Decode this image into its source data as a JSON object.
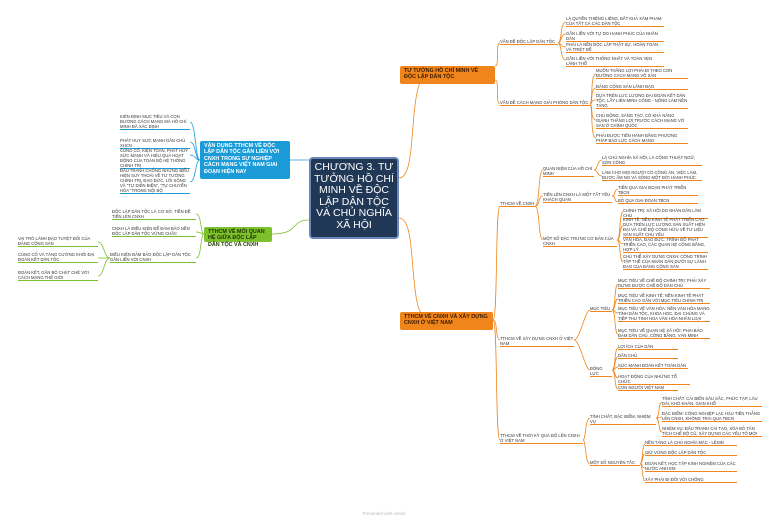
{
  "center": {
    "title": "CHƯƠNG 3. TƯ TƯỞNG HỒ CHÍ MINH VỀ ĐỘC LẬP DÂN TỘC VÀ CHỦ NGHĨA XÃ HỘI"
  },
  "branches": {
    "b1": {
      "title": "TƯ TƯỞNG HỒ CHÍ MINH VỀ ĐỘC LẬP DÂN TỘC",
      "s1": {
        "label": "VẤN ĐỀ ĐỘC LẬP DÂN TỘC",
        "items": [
          "LÀ QUYỀN THIÊNG LIÊNG, BẤT KHẢ XÂM PHẠM CỦA TẤT CẢ CÁC DÂN TỘC",
          "GẮN LIỀN VỚI TỰ DO HẠNH PHÚC CỦA NHÂN DÂN",
          "PHẢI LÀ NỀN ĐỘC LẬP THẬT SỰ, HOÀN TOÀN VÀ TRIỆT ĐỂ",
          "GẮN LIỀN VỚI THỐNG NHẤT VÀ TOÀN VẸN LÃNH THỔ"
        ]
      },
      "s2": {
        "label": "VẤN ĐỀ CÁCH MẠNG GIẢI PHÓNG DÂN TỘC",
        "items": [
          "MUỐN THẮNG LỢI PHẢI ĐI THEO CON ĐƯỜNG CÁCH MẠNG VÔ SẢN",
          "ĐẢNG CỘNG SẢN LÃNH ĐẠO",
          "DỰA TRÊN LỰC LƯỢNG ĐẠI ĐOÀN KẾT DÂN TỘC, LẤY LIÊN MINH CÔNG - NÔNG LÀM NỀN TẢNG",
          "CHỦ ĐỘNG, SÁNG TẠO, CÓ KHẢ NĂNG GIÀNH THẮNG LỢI TRƯỚC CÁCH MẠNG VÔ SẢN Ở CHÍNH QUỐC",
          "PHẢI ĐƯỢC TIẾN HÀNH BẰNG PHƯƠNG PHÁP BẠO LỰC CÁCH MẠNG"
        ]
      }
    },
    "b2": {
      "title": "TTHCM VỀ CNXH VÀ XÂY DỰNG CNXH Ở VIỆT NAM",
      "s1": {
        "label": "TTHCM VỀ CNXH",
        "g1": {
          "label": "QUAN NIỆM CỦA HỒ CHÍ MINH",
          "items": [
            "LÀ CHỦ NGHĨA XÃ HỘI, LÀ CỘNG THUẬT NGỮ, SỞN CÔNG",
            "LÀM CHO MỌI NGƯỜI CÓ CÔNG ĂN, VIỆC LÀM, ĐƯỢC ẤM NO VÀ SỐNG MỘT ĐỜI HẠNH PHÚC"
          ]
        },
        "g2": {
          "label": "TIẾN LÊN CNXH LÀ MỘT TẤT YẾU KHÁCH QUAN",
          "items": [
            "TIẾN QUA GIAI ĐOẠN PHÁT TRIỂN TBCN",
            "BỎ QUA GIAI ĐOẠN TBCN"
          ]
        },
        "g3": {
          "label": "MỘT SỐ ĐẶC TRƯNG CƠ BẢN CỦA CNXH",
          "items": [
            "CHÍNH TRỊ: XÃ HỘI DO NHÂN DÂN LÀM CHỦ",
            "KINH TẾ: NỀN KINH TẾ PHÁT TRIỂN CAO DỰA TRÊN LỰC LƯỢNG SẢN XUẤT HIỆN ĐẠI VÀ CHẾ ĐỘ CÔNG HỮU VỀ TƯ LIỆU SẢN XUẤT CHỦ YẾU",
            "VĂN HÓA, ĐẠO ĐỨC: TRÌNH ĐỘ PHÁT TRIỂN CAO, CÁC QUAN HỆ CÔNG BẰNG, HỢP LÝ",
            "CHỦ THỂ XÂY DỰNG CNXH: CÔNG TRÌNH TẬP THỂ CỦA NHÂN DÂN DƯỚI SỰ LÃNH ĐẠO CỦA ĐẢNG CỘNG SẢN"
          ]
        }
      },
      "s2": {
        "label": "TTHCM VỀ XÂY DỰNG CNXH Ở VIỆT NAM",
        "g1": {
          "label": "MỤC TIÊU",
          "items": [
            "MỤC TIÊU VỀ CHẾ ĐỘ CHÍNH TRỊ: PHẢI XÂY DỰNG ĐƯỢC CHẾ ĐỘ DÂN CHỦ",
            "MỤC TIÊU VỀ KINH TẾ: NỀN KINH TẾ PHÁT TRIỂN CAO GẮN VỚI MỤC TIÊU CHÍNH TRỊ",
            "MỤC TIÊU VỀ VĂN HÓA: NỀN VĂN HÓA MANG TÍNH DÂN TỘC, KHOA HỌC, ĐẠI CHÚNG VÀ TIẾP THU TINH HOA VĂN HÓA NHÂN LOẠI",
            "MỤC TIÊU VỀ QUAN HỆ XÃ HỘI: PHẢI BẢO ĐẢM DÂN CHỦ, CÔNG BẰNG, VĂN MINH"
          ]
        },
        "g2": {
          "label": "ĐỘNG LỰC",
          "items": [
            "LỢI ÍCH CỦA DÂN",
            "DÂN CHỦ",
            "SỨC MẠNH ĐOÀN KẾT TOÀN DÂN",
            "HOẠT ĐỘNG CỦA NHỮNG TỔ CHỨC",
            "CON NGƯỜI VIỆT NAM"
          ]
        }
      },
      "s3": {
        "label": "TTHCM VỀ THỜI KỲ QUÁ ĐỘ LÊN CNXH Ở VIỆT NAM",
        "g1": {
          "label": "TÍNH CHẤT, ĐẶC ĐIỂM, NHIỆM VỤ",
          "items": [
            "TÍNH CHẤT: CẢI BIẾN SÂU SẮC, PHỨC TẠP, LÂU DÀI, KHÓ KHĂN, GIAN KHỔ",
            "ĐẶC ĐIỂM: CÔNG NGHIỆP LẠC HẬU TIẾN THẲNG LÊN CNXH, KHÔNG TRẢI QUA TBCN",
            "NHIỆM VỤ: ĐẤU TRANH CẢI TẠO, XÓA BỎ TÀN TÍCH CHẾ ĐỘ CŨ, XÂY DỰNG CÁC YẾU TỐ MỚI"
          ]
        },
        "g2": {
          "label": "MỘT SỐ NGUYÊN TẮC",
          "items": [
            "NỀN TẢNG LÀ CHỦ NGHĨA MÁC - LÊNIN",
            "GIỮ VỮNG ĐỘC LẬP DÂN TỘC",
            "ĐOÀN KẾT, HỌC TẬP KINH NGHIỆM CỦA CÁC NƯỚC ANH EM",
            "XÂY PHẢI ĐI ĐÔI VỚI CHỐNG"
          ]
        }
      }
    },
    "b3": {
      "title": "VẬN DỤNG TTHCM VỀ ĐỘC LẬP DÂN TỘC GẮN LIỀN VỚI CNXH TRONG SỰ NGHIỆP CÁCH MẠNG VIỆT NAM GIAI ĐOẠN HIỆN NAY",
      "items": [
        "KIÊN ĐỊNH MỤC TIÊU VÀ CON ĐƯỜNG CÁCH MẠNG MÀ HỒ CHÍ MINH ĐÃ XÁC ĐỊNH",
        "PHÁT HUY SỨC MẠNH DÂN CHỦ XHCN",
        "CỦNG CỐ, KIỆN TOÀN, PHÁT HUY SỨC MẠNH VÀ HIỆU QUẢ HOẠT ĐỘNG CỦA TOÀN BỘ HỆ THỐNG CHÍNH TRỊ",
        "ĐẤU TRANH CHỐNG NHỮNG BIỂU HIỆN SUY THOÁI VỀ TƯ TƯỞNG CHÍNH TRỊ, ĐẠO ĐỨC, LỐI SỐNG VÀ \"TỰ DIỄN BIẾN\", \"TỰ CHUYỂN HÓA\" TRONG NỘI BỘ"
      ]
    },
    "b4": {
      "title": "TTHCM VỀ MỐI QUAN HỆ GIỮA ĐỘC LẬP DÂN TỘC VÀ CNXH",
      "items": [
        "ĐỘC LẬP DÂN TỘC LÀ CƠ SỞ, TIỀN ĐỀ TIẾN LÊN CNXH",
        "CNXH LÀ ĐIỀU KIỆN ĐỂ ĐẢM BẢO NỀN ĐỘC LẬP DÂN TỘC VỮNG CHẮC",
        "ĐIỀU KIỆN ĐẢM BẢO ĐỘC LẬP DÂN TỘC GẮN LIỀN VỚI CNXH"
      ],
      "sub": [
        "VAI TRÒ LÃNH ĐẠO TUYỆT ĐỐI CỦA ĐẢNG CỘNG SẢN",
        "CỦNG CỐ VÀ TĂNG CƯỜNG KHỐI ĐẠI ĐOÀN KẾT DÂN TỘC",
        "ĐOÀN KẾT, GẮN BÓ CHẶT CHẼ VỚI CÁCH MẠNG THẾ GIỚI"
      ]
    }
  },
  "footer": "Presented with xmind",
  "colors": {
    "orange": "#f0851c",
    "blue": "#1a9bd8",
    "green": "#7cc12d",
    "center": "#213756"
  }
}
